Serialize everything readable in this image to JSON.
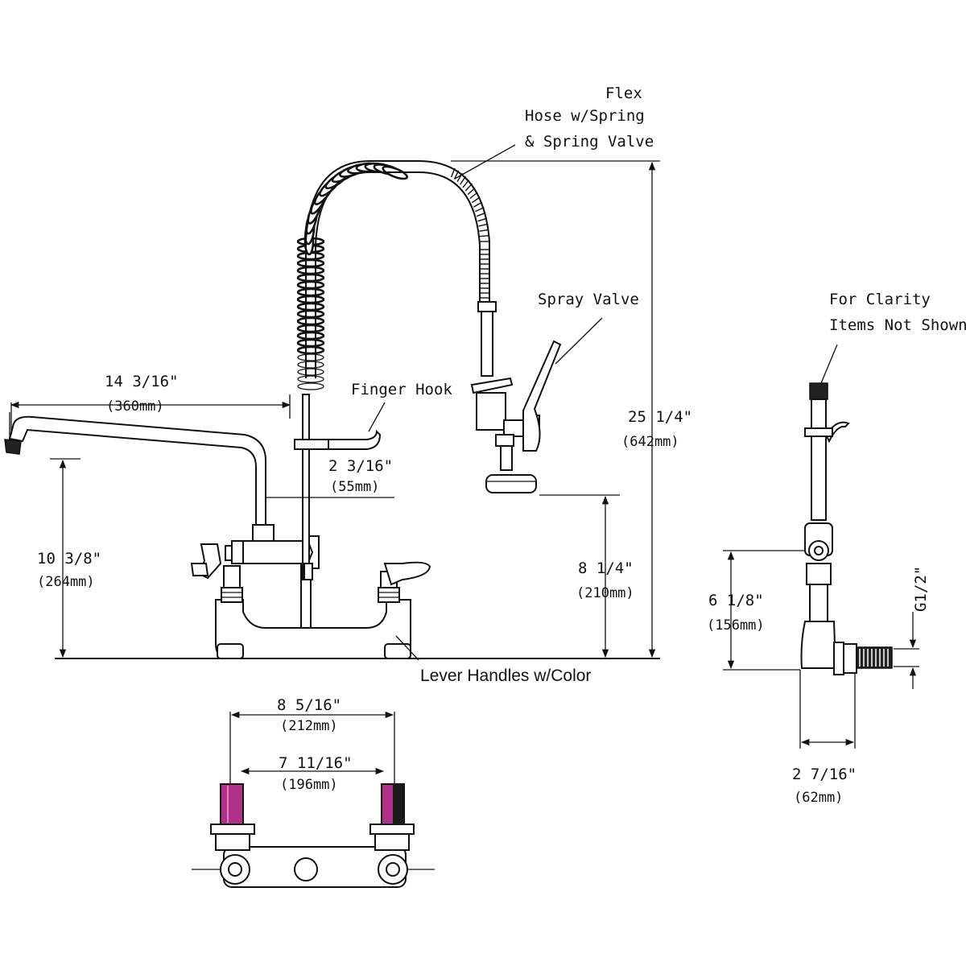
{
  "callouts": {
    "flex_hose": [
      "Flex",
      "Hose w/Spring",
      "& Spring Valve"
    ],
    "spray_valve": "Spray Valve",
    "finger_hook": "Finger Hook",
    "lever_handles": "Lever Handles w/Color",
    "clarity": [
      "For Clarity",
      "Items Not Shown"
    ]
  },
  "dimensions": {
    "spout_reach": {
      "in": "14  3/16\"",
      "mm": "(360mm)"
    },
    "hook_offset": {
      "in": "2  3/16\"",
      "mm": "(55mm)"
    },
    "spout_height": {
      "in": "10  3/8\"",
      "mm": "(264mm)"
    },
    "valve_height": {
      "in": "8  1/4\"",
      "mm": "(210mm)"
    },
    "total_height": {
      "in": "25  1/4\"",
      "mm": "(642mm)"
    },
    "side_height": {
      "in": "6  1/8\"",
      "mm": "(156mm)"
    },
    "thread": "G1/2\"",
    "side_depth": {
      "in": "2  7/16\"",
      "mm": "(62mm)"
    },
    "outer_spacing": {
      "in": "8  5/16\"",
      "mm": "(212mm)"
    },
    "inner_spacing": {
      "in": "7  11/16\"",
      "mm": "(196mm)"
    }
  },
  "colors": {
    "line": "#111111",
    "hot_handle": "#b0308a",
    "cold_handle": "#1a1a1a"
  }
}
